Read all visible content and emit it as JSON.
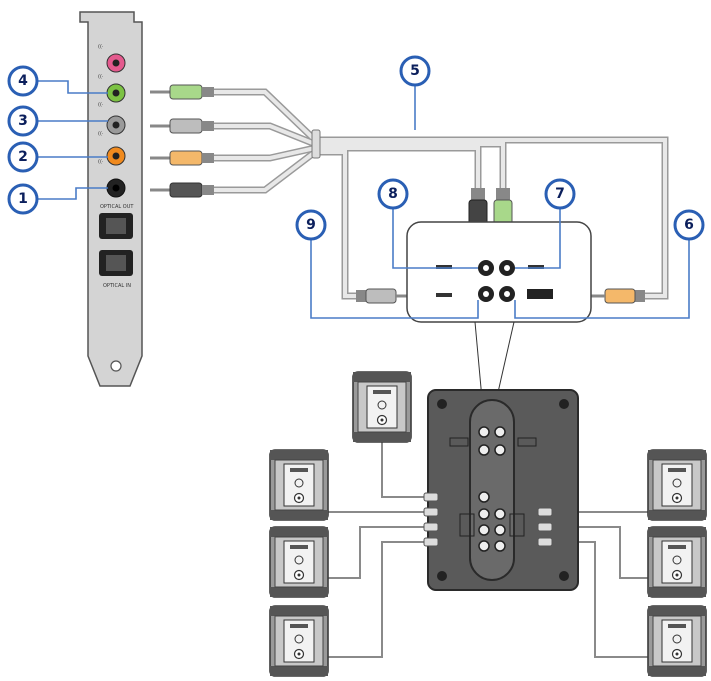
{
  "card_labels": {
    "optical_out": "OPTICAL OUT",
    "optical_in": "OPTICAL IN"
  },
  "callouts": [
    {
      "id": "1",
      "label": "1"
    },
    {
      "id": "2",
      "label": "2"
    },
    {
      "id": "3",
      "label": "3"
    },
    {
      "id": "4",
      "label": "4"
    },
    {
      "id": "5",
      "label": "5"
    },
    {
      "id": "6",
      "label": "6"
    },
    {
      "id": "7",
      "label": "7"
    },
    {
      "id": "8",
      "label": "8"
    },
    {
      "id": "9",
      "label": "9"
    }
  ],
  "colors": {
    "callout_ring": "#2a5fb4",
    "callout_text": "#0b1f5c",
    "jack_pink": "#e45a8e",
    "jack_green": "#7cc243",
    "jack_gray": "#9a9a9a",
    "jack_orange": "#f08a1e",
    "jack_black": "#222222",
    "plug_green": "#a8d88a",
    "plug_gray": "#bdbdbd",
    "plug_orange": "#f4b86a",
    "plug_black": "#555555",
    "subwoofer_panel": "#5a5a5a",
    "cable": "#cfcfcf"
  }
}
